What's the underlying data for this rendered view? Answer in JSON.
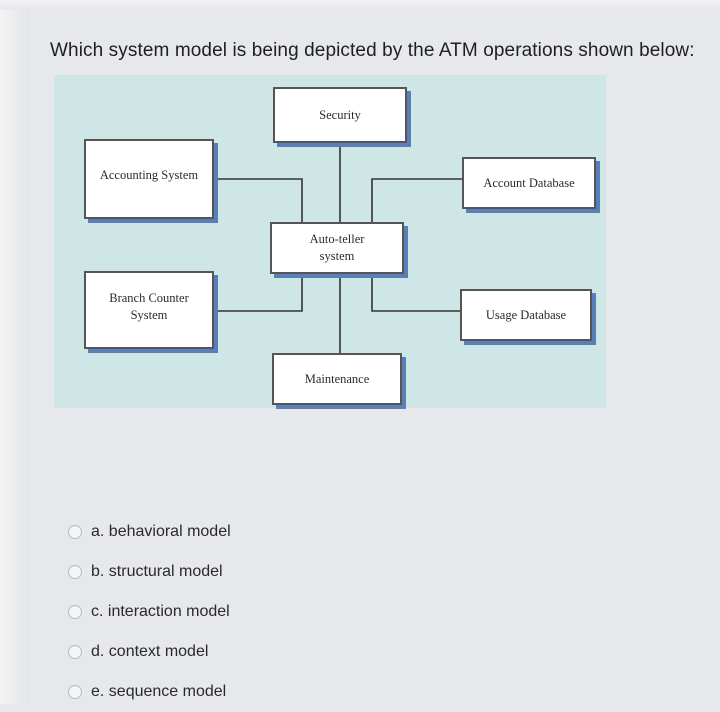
{
  "question": "Which system model is being depicted by the ATM operations shown below:",
  "diagram": {
    "nodes": {
      "security": "Security",
      "accounting": "Accounting System",
      "account_db": "Account Database",
      "autoteller": "Auto-teller\nsystem",
      "branch": "Branch Counter\nSystem",
      "usage_db": "Usage Database",
      "maintenance": "Maintenance"
    }
  },
  "options": [
    {
      "label": "a. behavioral model",
      "selected": false
    },
    {
      "label": "b. structural model",
      "selected": false
    },
    {
      "label": "c. interaction model",
      "selected": false
    },
    {
      "label": "d. context model",
      "selected": false
    },
    {
      "label": "e. sequence model",
      "selected": false
    }
  ],
  "colors": {
    "diagram_background": "#cfe6e6",
    "box_shadow": "#5a7fb8"
  }
}
